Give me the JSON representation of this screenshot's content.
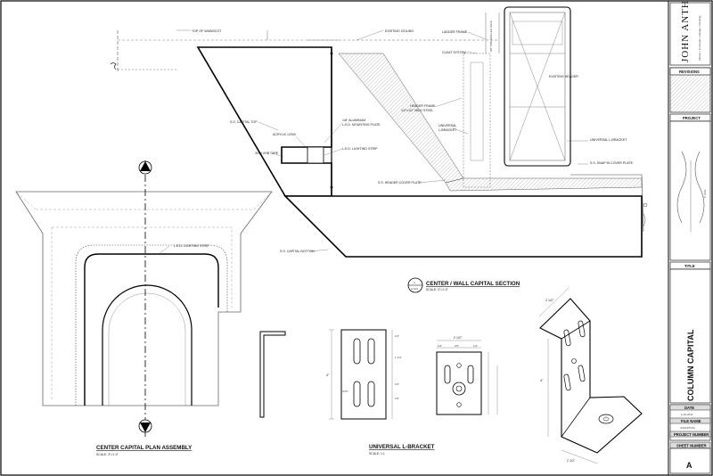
{
  "views": {
    "plan": {
      "title": "CENTER CAPITAL PLAN ASSEMBLY",
      "scale": "SCALE: 3\"=1'-0\""
    },
    "section": {
      "title": "CENTER / WALL CAPITAL SECTION",
      "scale": "SCALE: 3\"=1'-0\"",
      "marker_top": "A",
      "marker_bottom": "A-102"
    },
    "bracket": {
      "title": "UNIVERSAL L-BRACKET",
      "scale": "SCALE: 1:1"
    }
  },
  "section_callouts": {
    "top_of_wainscot": "TOP OF WAINSCOT",
    "existing_ceiling": "EXISTING CEILING",
    "ladder_frame": "LADDER FRAME",
    "cleat_system": "CLEAT SYSTEM",
    "existing_header": "EXISTING HEADER",
    "header_frame": "HEADER FRAME",
    "header_frame_2": "1/2\"x1/2\" MILD STEEL",
    "universal_bracket_1": "UNIVERSAL",
    "universal_bracket_2": "L-BRACKET",
    "universal_bracket_right": "UNIVERSAL L-BRACKET",
    "snap_plate": "S.S. SNAP IN COVER PLATE",
    "header_cover": "S.S. HEADER COVER PLATE",
    "capital_top": "S.S. CAPITAL TOP",
    "acrylic_lens": "ACRYLIC LENS",
    "aluminum_1": "1/8\" ALUMINUM",
    "aluminum_2": "L.E.D. MOUNTING PLATE",
    "led_strip": "L.E.D. LIGHTING STRIP",
    "tape": "3HM VHB TAPE",
    "capital_bottom": "S.S. CAPITAL BOTTOM",
    "vertical_dim": "5/8\" PRE-DRILLED HOLE"
  },
  "plan_callouts": {
    "led_strip": "L.E.D. LIGHTING STRIP"
  },
  "bracket_dims": {
    "width_front": "2 1/2\"",
    "height_front": "4\"",
    "top_left": "1/2\"",
    "top_mid": "3/4\"",
    "top_right": "1/2\"",
    "side_a": "1/2\"",
    "side_b": "1 1/4\"",
    "side_c": "1/2\"",
    "side_d": "1/2\"",
    "slot": "3/16\"",
    "iso_top": "2 1/2\"",
    "iso_height": "4\"",
    "iso_bottom": "2 1/2\""
  },
  "title_block": {
    "firm_name": "JOHN ANTHONY",
    "firm_tagline": "Interior • Concepts • Design • Painting",
    "revisions_label": "REVISIONS",
    "project_label": "PROJECT",
    "copyright": "© 2011",
    "title_label": "TITLE",
    "sheet_title": "COLUMN CAPITAL",
    "date_label": "DATE",
    "date_value": "2-15-2011",
    "file_name_label": "FILE NAME",
    "file_name_value": "JCRAFTING",
    "project_number_label": "PROJECT NUMBER",
    "sheet_number_label": "SHEET NUMBER",
    "sheet_number_value": "A"
  }
}
